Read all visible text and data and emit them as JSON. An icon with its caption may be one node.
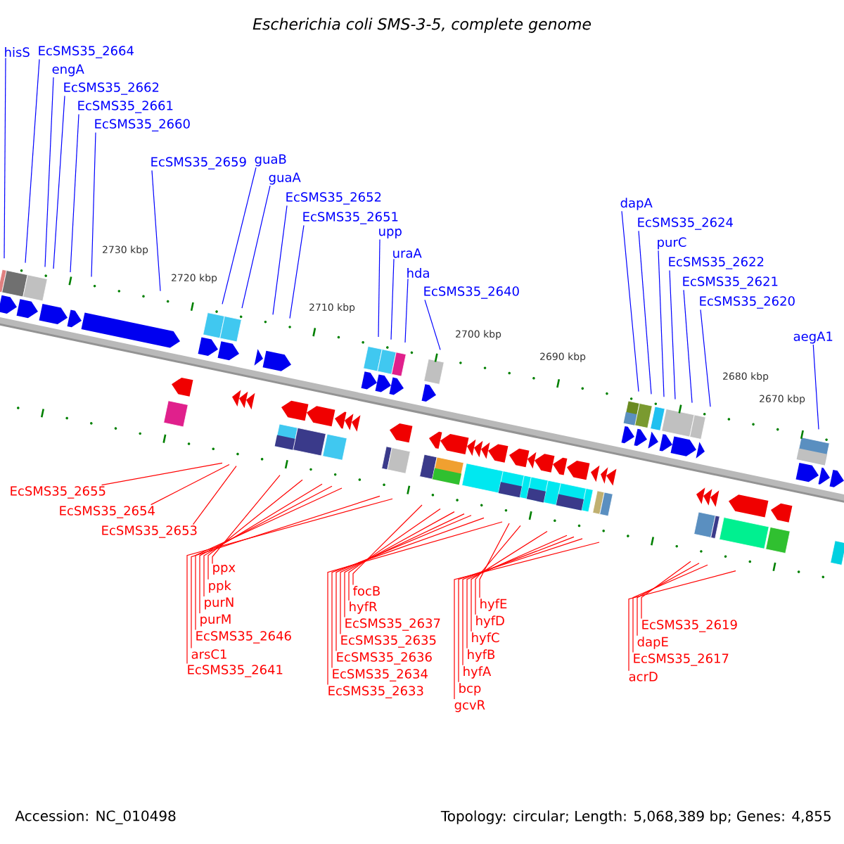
{
  "diagram": {
    "title": "Escherichia coli SMS-3-5, complete genome",
    "nodes": [
      {
        "text": [
          "EcSMS35_2664"
        ]
      },
      {
        "text": [
          "engA"
        ]
      },
      {
        "text": [
          "EcSMS35_2662"
        ]
      },
      {
        "text": [
          "EcSMS35_2661"
        ]
      },
      {
        "text": [
          "hisS"
        ]
      },
      {
        "text": [
          "EcSMS35_2660"
        ]
      },
      {
        "text": [
          "EcSMS35_2659"
        ]
      },
      {
        "text": [
          "guaA"
        ]
      },
      {
        "text": [
          "EcSMS35_2652"
        ]
      },
      {
        "text": [
          "EcSMS35_2651"
        ]
      },
      {
        "text": [
          "guaB"
        ]
      },
      {
        "text": [
          "purC"
        ]
      },
      {
        "text": [
          "uraA"
        ]
      },
      {
        "text": [
          "EcSMS35_2622"
        ]
      },
      {
        "text": [
          "hda"
        ]
      },
      {
        "text": [
          "upp"
        ]
      },
      {
        "text": [
          "EcSMS35_2621"
        ]
      },
      {
        "text": [
          "EcSMS35_2640"
        ]
      },
      {
        "text": [
          "EcSMS35_2620"
        ]
      },
      {
        "text": [
          "dapA"
        ]
      },
      {
        "text": [
          "EcSMS35_2624"
        ]
      },
      {
        "text": [
          "aegA1"
        ]
      },
      {
        "text": [
          "EcSMS35_2655"
        ]
      },
      {
        "text": [
          "EcSMS35_2654"
        ]
      },
      {
        "text": [
          "EcSMS35_2653"
        ]
      },
      {
        "text": [
          "ppk"
        ]
      },
      {
        "text": [
          "arsC1"
        ]
      },
      {
        "text": [
          "focB"
        ]
      },
      {
        "text": [
          "EcSMS35_2646"
        ]
      },
      {
        "text": [
          "hyfR"
        ]
      },
      {
        "text": [
          "EcSMS35_2633"
        ]
      },
      {
        "text": [
          "ppx"
        ]
      },
      {
        "text": [
          "purM"
        ]
      },
      {
        "text": [
          "hyfD"
        ]
      },
      {
        "text": [
          "hyfB"
        ]
      },
      {
        "text": [
          "EcSMS35_2635"
        ]
      },
      {
        "text": [
          "gcvR"
        ]
      },
      {
        "text": [
          "EcSMS35_2617"
        ]
      },
      {
        "text": [
          "acrD"
        ]
      },
      {
        "text": [
          "purN"
        ]
      },
      {
        "text": [
          "hyfC"
        ]
      },
      {
        "text": [
          "bcp"
        ]
      },
      {
        "text": [
          "dapE"
        ]
      },
      {
        "text": [
          "EcSMS35_2637"
        ]
      },
      {
        "text": [
          "hyfE"
        ]
      },
      {
        "text": [
          "hyfA"
        ]
      },
      {
        "text": [
          "EcSMS35_2619"
        ]
      },
      {
        "text": [
          "EcSMS35_2634"
        ]
      },
      {
        "text": [
          "EcSMS35_2636"
        ]
      },
      {
        "text": [
          "EcSMS35_2641"
        ]
      }
    ],
    "edges": [
      {
        "from": 0,
        "to": null,
        "arrow": "none",
        "color": "#0000ff"
      },
      {
        "from": 1,
        "to": null,
        "arrow": "none",
        "color": "#0000ff"
      },
      {
        "from": 2,
        "to": null,
        "arrow": "none",
        "color": "#0000ff"
      },
      {
        "from": 3,
        "to": null,
        "arrow": "none",
        "color": "#0000ff"
      },
      {
        "from": 4,
        "to": null,
        "arrow": "none",
        "color": "#0000ff"
      },
      {
        "from": 5,
        "to": null,
        "arrow": "none",
        "color": "#0000ff"
      },
      {
        "from": 6,
        "to": null,
        "arrow": "none",
        "color": "#0000ff"
      },
      {
        "from": 7,
        "to": null,
        "arrow": "none",
        "color": "#0000ff"
      },
      {
        "from": 8,
        "to": null,
        "arrow": "none",
        "color": "#0000ff"
      },
      {
        "from": 9,
        "to": null,
        "arrow": "none",
        "color": "#0000ff"
      },
      {
        "from": 10,
        "to": null,
        "arrow": "none",
        "color": "#0000ff"
      },
      {
        "from": 11,
        "to": null,
        "arrow": "none",
        "color": "#0000ff"
      },
      {
        "from": 12,
        "to": null,
        "arrow": "none",
        "color": "#0000ff"
      },
      {
        "from": 13,
        "to": null,
        "arrow": "none",
        "color": "#0000ff"
      },
      {
        "from": 14,
        "to": null,
        "arrow": "none",
        "color": "#0000ff"
      },
      {
        "from": 15,
        "to": null,
        "arrow": "none",
        "color": "#0000ff"
      },
      {
        "from": 16,
        "to": null,
        "arrow": "none",
        "color": "#0000ff"
      },
      {
        "from": 17,
        "to": null,
        "arrow": "none",
        "color": "#0000ff"
      },
      {
        "from": 18,
        "to": null,
        "arrow": "none",
        "color": "#0000ff"
      },
      {
        "from": 19,
        "to": null,
        "arrow": "none",
        "color": "#0000ff"
      },
      {
        "from": 20,
        "to": null,
        "arrow": "none",
        "color": "#0000ff"
      },
      {
        "from": 21,
        "to": null,
        "arrow": "none",
        "color": "#0000ff"
      },
      {
        "from": 22,
        "to": null,
        "arrow": "none"
      },
      {
        "from": 23,
        "to": null,
        "arrow": "none"
      },
      {
        "from": 24,
        "to": null,
        "arrow": "none"
      },
      {
        "from": 25,
        "to": null,
        "arrow": "none"
      },
      {
        "from": 26,
        "to": null,
        "arrow": "none"
      },
      {
        "from": 27,
        "to": null,
        "arrow": "none"
      },
      {
        "from": 28,
        "to": null,
        "arrow": "none"
      },
      {
        "from": 29,
        "to": null,
        "arrow": "none"
      },
      {
        "from": 30,
        "to": null,
        "arrow": "none"
      },
      {
        "from": 31,
        "to": null,
        "arrow": "none"
      },
      {
        "from": 32,
        "to": null,
        "arrow": "none"
      },
      {
        "from": 33,
        "to": null,
        "arrow": "none"
      },
      {
        "from": 34,
        "to": null,
        "arrow": "none"
      },
      {
        "from": 35,
        "to": null,
        "arrow": "none"
      },
      {
        "from": 36,
        "to": null,
        "arrow": "none"
      },
      {
        "from": 37,
        "to": null,
        "arrow": "none"
      },
      {
        "from": 38,
        "to": null,
        "arrow": "none"
      },
      {
        "from": 39,
        "to": null,
        "arrow": "none"
      },
      {
        "from": 40,
        "to": null,
        "arrow": "none"
      },
      {
        "from": 41,
        "to": null,
        "arrow": "none"
      },
      {
        "from": 42,
        "to": null,
        "arrow": "none"
      },
      {
        "from": 43,
        "to": null,
        "arrow": "none"
      },
      {
        "from": 44,
        "to": null,
        "arrow": "none"
      },
      {
        "from": 45,
        "to": null,
        "arrow": "none"
      },
      {
        "from": 46,
        "to": null,
        "arrow": "none"
      },
      {
        "from": 47,
        "to": null,
        "arrow": "none"
      },
      {
        "from": 48,
        "to": null,
        "arrow": "none"
      },
      {
        "from": 49,
        "to": null,
        "arrow": "none"
      }
    ],
    "labels": [
      "2730 kbp",
      "2720 kbp",
      "2710 kbp",
      "2700 kbp",
      "2690 kbp",
      "2680 kbp",
      "2670 kbp",
      "Accession: NC_010498",
      "Topology: circular; Length: 5,068,389 bp; Genes: 4,855"
    ]
  }
}
